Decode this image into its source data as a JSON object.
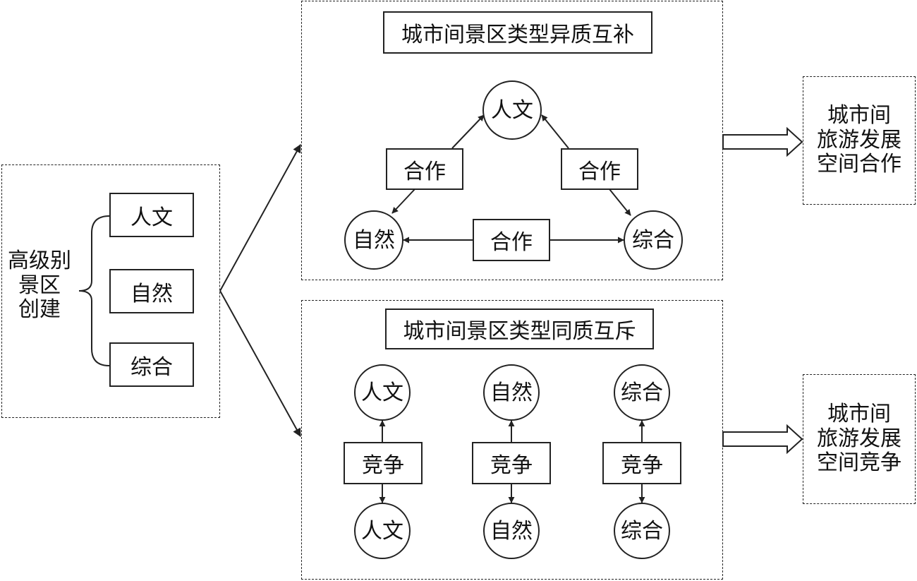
{
  "left_group": {
    "label": "高级别\n景区\n创建",
    "items": [
      "人文",
      "自然",
      "综合"
    ]
  },
  "top_panel": {
    "title": "城市间景区类型异质互补",
    "nodes": {
      "culture": "人文",
      "nature": "自然",
      "comprehensive": "综合"
    },
    "relation": "合作"
  },
  "bottom_panel": {
    "title": "城市间景区类型同质互斥",
    "columns": [
      {
        "top": "人文",
        "relation": "竞争",
        "bottom": "人文"
      },
      {
        "top": "自然",
        "relation": "竞争",
        "bottom": "自然"
      },
      {
        "top": "综合",
        "relation": "竞争",
        "bottom": "综合"
      }
    ]
  },
  "outcomes": {
    "cooperation": "城市间\n旅游发展\n空间合作",
    "competition": "城市间\n旅游发展\n空间竞争"
  },
  "colors": {
    "line": "#222222",
    "background": "#ffffff"
  }
}
